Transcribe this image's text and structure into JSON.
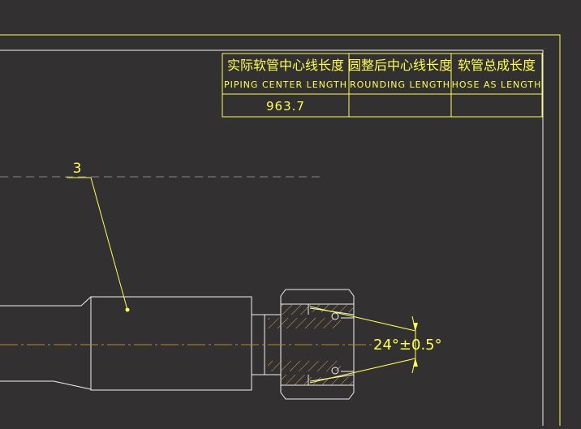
{
  "title_block": {
    "col1_cn": "实际软管中心线长度",
    "col1_en": "PIPING CENTER LENGTH",
    "col2_cn": "圆整后中心线长度",
    "col2_en": "ROUNDING LENGTH",
    "col3_cn": "软管总成长度",
    "col3_en": "HOSE AS LENGTH",
    "col1_value": "963.7",
    "col2_value": "",
    "col3_value": ""
  },
  "callout": {
    "part_number": "3"
  },
  "dimension": {
    "angle_text": "24°±0.5°"
  },
  "colors": {
    "background": "#323030",
    "line_yellow": "#ffff55",
    "line_white": "#f2f2f2",
    "centerline": "#b8862d",
    "dash_gray": "#8a8a8a"
  }
}
